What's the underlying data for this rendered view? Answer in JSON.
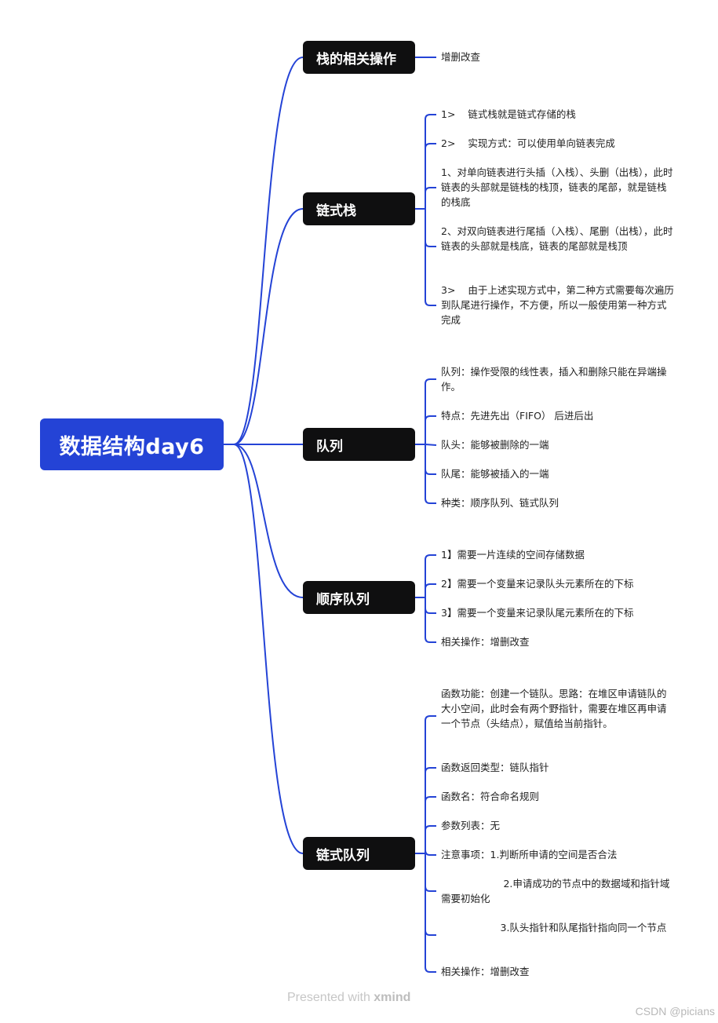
{
  "root": {
    "label": "数据结构day6"
  },
  "topics": [
    {
      "label": "栈的相关操作",
      "items": [
        "增删改查"
      ]
    },
    {
      "label": "链式栈",
      "items": [
        "1>    链式栈就是链式存储的栈",
        "2>    实现方式：可以使用单向链表完成",
        "1、对单向链表进行头插（入栈）、头删（出栈），此时链表的头部就是链栈的栈顶，链表的尾部，就是链栈的栈底",
        "2、对双向链表进行尾插（入栈）、尾删（出栈），此时链表的头部就是栈底，链表的尾部就是栈顶",
        "3>    由于上述实现方式中，第二种方式需要每次遍历到队尾进行操作，不方便，所以一般使用第一种方式完成"
      ]
    },
    {
      "label": "队列",
      "items": [
        "队列：操作受限的线性表，插入和删除只能在异端操作。",
        "特点：先进先出（FIFO） 后进后出",
        "队头：能够被删除的一端",
        "队尾：能够被插入的一端",
        "种类：顺序队列、链式队列"
      ]
    },
    {
      "label": "顺序队列",
      "items": [
        "1】需要一片连续的空间存储数据",
        "2】需要一个变量来记录队头元素所在的下标",
        "3】需要一个变量来记录队尾元素所在的下标",
        "相关操作：增删改查"
      ]
    },
    {
      "label": "链式队列",
      "items": [
        "函数功能：创建一个链队。思路：在堆区申请链队的大小空间，此时会有两个野指针，需要在堆区再申请一个节点（头结点），赋值给当前指针。",
        "函数返回类型：链队指针",
        "函数名：符合命名规则",
        "参数列表：无",
        "注意事项：1.判断所申请的空间是否合法",
        "                    2.申请成功的节点中的数据域和指针域需要初始化",
        "                   3.队头指针和队尾指针指向同一个节点",
        "相关操作：增删改查"
      ]
    }
  ],
  "footer": {
    "prefix": "Presented with ",
    "brand": "xmind"
  },
  "watermark": "CSDN @picians",
  "colors": {
    "root": "#2443d6",
    "topic": "#0f0f10",
    "line": "#2443d6"
  }
}
